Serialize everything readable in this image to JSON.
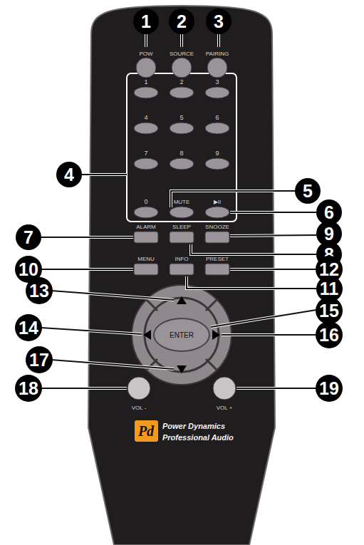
{
  "diagram": {
    "nodes": [
      {
        "text": [
          "1"
        ]
      },
      {
        "text": [
          "2"
        ]
      },
      {
        "text": [
          "3"
        ]
      },
      {
        "text": [
          "4"
        ]
      },
      {
        "text": [
          "5"
        ]
      },
      {
        "text": [
          "6"
        ]
      },
      {
        "text": [
          "7"
        ]
      },
      {
        "text": [
          "8"
        ]
      },
      {
        "text": [
          "9"
        ]
      },
      {
        "text": [
          "10"
        ]
      },
      {
        "text": [
          "11"
        ]
      },
      {
        "text": [
          "12"
        ]
      },
      {
        "text": [
          "13"
        ]
      },
      {
        "text": [
          "14"
        ]
      },
      {
        "text": [
          "15"
        ]
      },
      {
        "text": [
          "16"
        ]
      },
      {
        "text": [
          "17"
        ]
      },
      {
        "text": [
          "18"
        ]
      },
      {
        "text": [
          "19"
        ]
      },
      {
        "text": [
          "ENTER"
        ]
      },
      {
        "text": [
          "Pd"
        ]
      }
    ],
    "labels": [
      "POW",
      "SOURCE",
      "PAIRING",
      "1",
      "2",
      "3",
      "4",
      "5",
      "6",
      "7",
      "8",
      "9",
      "0",
      "MUTE",
      "▶II",
      "ALARM",
      "SLEEP",
      "SNOOZE",
      "MENU",
      "INFO",
      "PRESET",
      "VOL -",
      "VOL +",
      "Power Dynamics",
      "Professional Audio"
    ]
  }
}
